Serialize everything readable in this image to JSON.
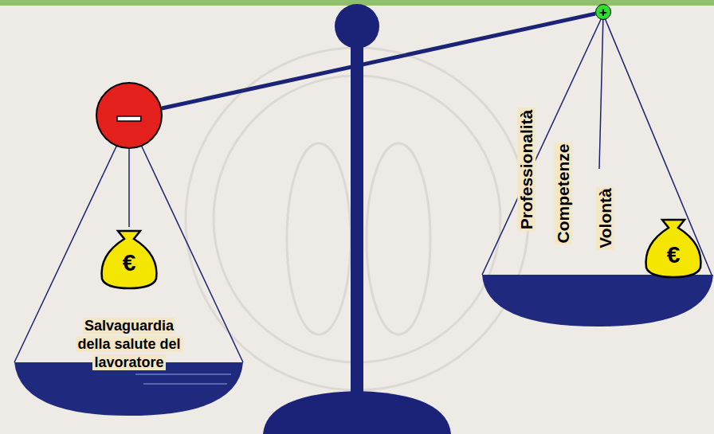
{
  "diagram": {
    "nodes": [
      {
        "text": [
          "–"
        ]
      },
      {
        "text": [
          "+"
        ]
      }
    ],
    "edges": [
      {
        "from": 0,
        "to": 1,
        "arrow": "none"
      }
    ],
    "labels": [
      "€",
      "Salvaguardia della salute del lavoratore",
      "Professionalità",
      "Competenze",
      "Volontà",
      "€"
    ]
  }
}
